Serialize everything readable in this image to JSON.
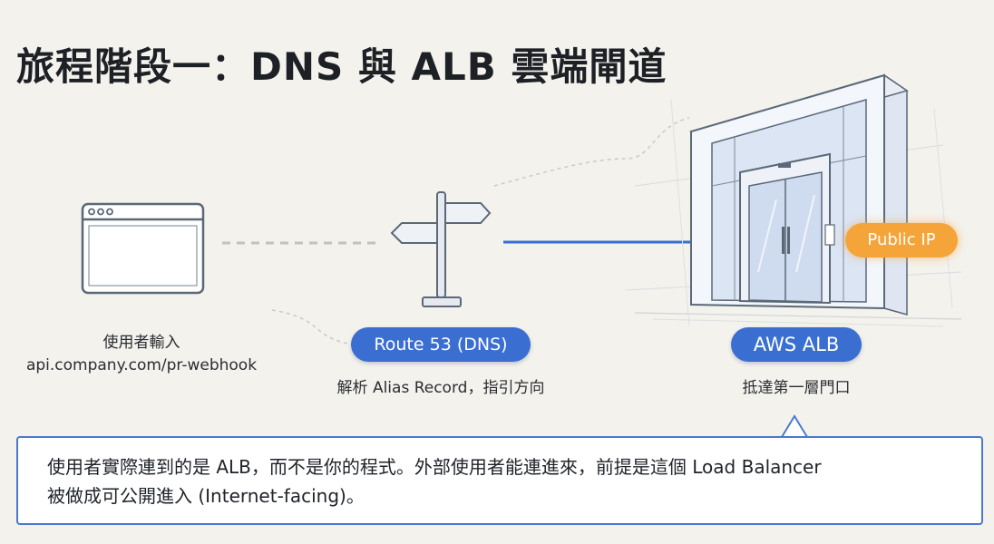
{
  "title": "旅程階段一：DNS 與 ALB 雲端閘道",
  "user": {
    "caption": "使用者輸入",
    "url": "api.company.com/pr-webhook"
  },
  "route53": {
    "pill": "Route 53 (DNS)",
    "caption": "解析 Alias Record，指引方向"
  },
  "alb": {
    "pill": "AWS ALB",
    "caption": "抵達第一層門口",
    "tag": "Public IP"
  },
  "callout": {
    "line1": "使用者實際連到的是 ALB，而不是你的程式。外部使用者能連進來，前提是這個 Load Balancer",
    "line2": "被做成可公開進入 (Internet-facing)。"
  },
  "colors": {
    "accent_blue": "#3a6fd1",
    "accent_orange": "#f5a43a",
    "line_art": "#5a6878"
  }
}
